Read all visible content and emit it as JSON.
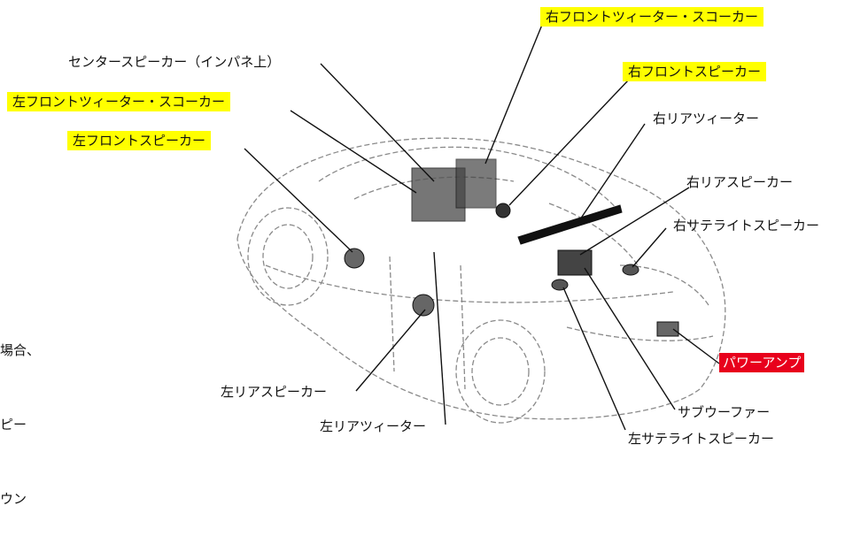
{
  "labels": {
    "rf_tweeter_squawker": "右フロントツィーター・スコーカー",
    "center_speaker": "センタースピーカー（インパネ上）",
    "rf_speaker": "右フロントスピーカー",
    "lf_tweeter_squawker": "左フロントツィーター・スコーカー",
    "lf_speaker": "左フロントスピーカー",
    "rr_tweeter": "右リアツィーター",
    "rr_speaker": "右リアスピーカー",
    "r_satellite": "右サテライトスピーカー",
    "power_amp": "パワーアンプ",
    "subwoofer": "サブウーファー",
    "lr_speaker": "左リアスピーカー",
    "lr_tweeter": "左リアツィーター",
    "l_satellite": "左サテライトスピーカー"
  },
  "side_note": {
    "line1": "場合、",
    "line2": "ピー",
    "line3": "ウン"
  },
  "colors": {
    "highlight_yellow": "#ffff00",
    "highlight_red": "#e8001c",
    "line": "#111111",
    "car_outline": "#8a8a8a"
  }
}
